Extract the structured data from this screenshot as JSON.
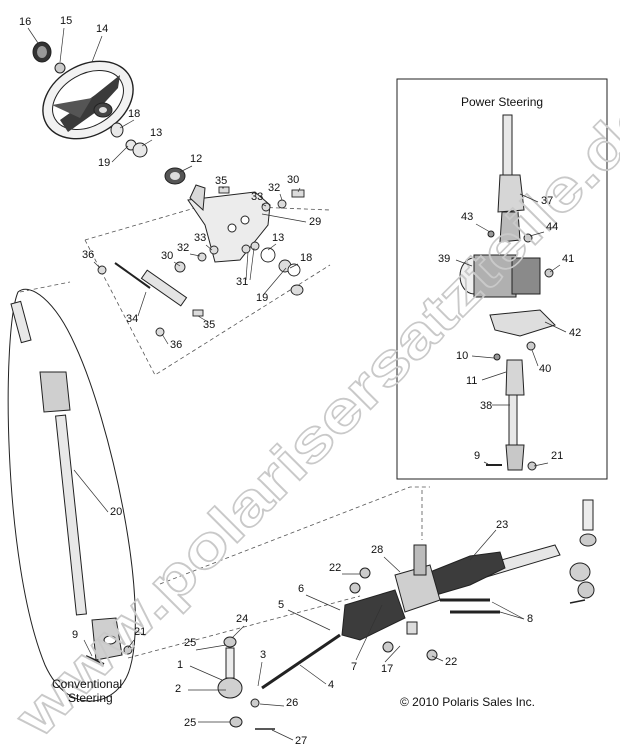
{
  "captions": {
    "power_steering": "Power Steering",
    "conventional_steering": "Conventional Steering",
    "copyright": "© 2010 Polaris Sales Inc."
  },
  "watermark": "www.polarisersatzteile.de",
  "callouts": [
    {
      "id": "c16",
      "text": "16"
    },
    {
      "id": "c15",
      "text": "15"
    },
    {
      "id": "c14",
      "text": "14"
    },
    {
      "id": "c18a",
      "text": "18"
    },
    {
      "id": "c13a",
      "text": "13"
    },
    {
      "id": "c19a",
      "text": "19"
    },
    {
      "id": "c12",
      "text": "12"
    },
    {
      "id": "c35a",
      "text": "35"
    },
    {
      "id": "c33a",
      "text": "33"
    },
    {
      "id": "c32a",
      "text": "32"
    },
    {
      "id": "c30a",
      "text": "30"
    },
    {
      "id": "c29",
      "text": "29"
    },
    {
      "id": "c36a",
      "text": "36"
    },
    {
      "id": "c30b",
      "text": "30"
    },
    {
      "id": "c32b",
      "text": "32"
    },
    {
      "id": "c33b",
      "text": "33"
    },
    {
      "id": "c13b",
      "text": "13"
    },
    {
      "id": "c18b",
      "text": "18"
    },
    {
      "id": "c31",
      "text": "31"
    },
    {
      "id": "c19b",
      "text": "19"
    },
    {
      "id": "c34",
      "text": "34"
    },
    {
      "id": "c35b",
      "text": "35"
    },
    {
      "id": "c36b",
      "text": "36"
    },
    {
      "id": "c37",
      "text": "37"
    },
    {
      "id": "c43",
      "text": "43"
    },
    {
      "id": "c44",
      "text": "44"
    },
    {
      "id": "c39",
      "text": "39"
    },
    {
      "id": "c41",
      "text": "41"
    },
    {
      "id": "c42",
      "text": "42"
    },
    {
      "id": "c10",
      "text": "10"
    },
    {
      "id": "c11",
      "text": "11"
    },
    {
      "id": "c40",
      "text": "40"
    },
    {
      "id": "c38",
      "text": "38"
    },
    {
      "id": "c9a",
      "text": "9"
    },
    {
      "id": "c21a",
      "text": "21"
    },
    {
      "id": "c20",
      "text": "20"
    },
    {
      "id": "c9b",
      "text": "9"
    },
    {
      "id": "c21b",
      "text": "21"
    },
    {
      "id": "c23",
      "text": "23"
    },
    {
      "id": "c28",
      "text": "28"
    },
    {
      "id": "c22a",
      "text": "22"
    },
    {
      "id": "c6",
      "text": "6"
    },
    {
      "id": "c5",
      "text": "5"
    },
    {
      "id": "c8",
      "text": "8"
    },
    {
      "id": "c24",
      "text": "24"
    },
    {
      "id": "c25a",
      "text": "25"
    },
    {
      "id": "c3",
      "text": "3"
    },
    {
      "id": "c1",
      "text": "1"
    },
    {
      "id": "c2",
      "text": "2"
    },
    {
      "id": "c26",
      "text": "26"
    },
    {
      "id": "c25b",
      "text": "25"
    },
    {
      "id": "c27",
      "text": "27"
    },
    {
      "id": "c4",
      "text": "4"
    },
    {
      "id": "c7",
      "text": "7"
    },
    {
      "id": "c17",
      "text": "17"
    },
    {
      "id": "c22b",
      "text": "22"
    }
  ]
}
